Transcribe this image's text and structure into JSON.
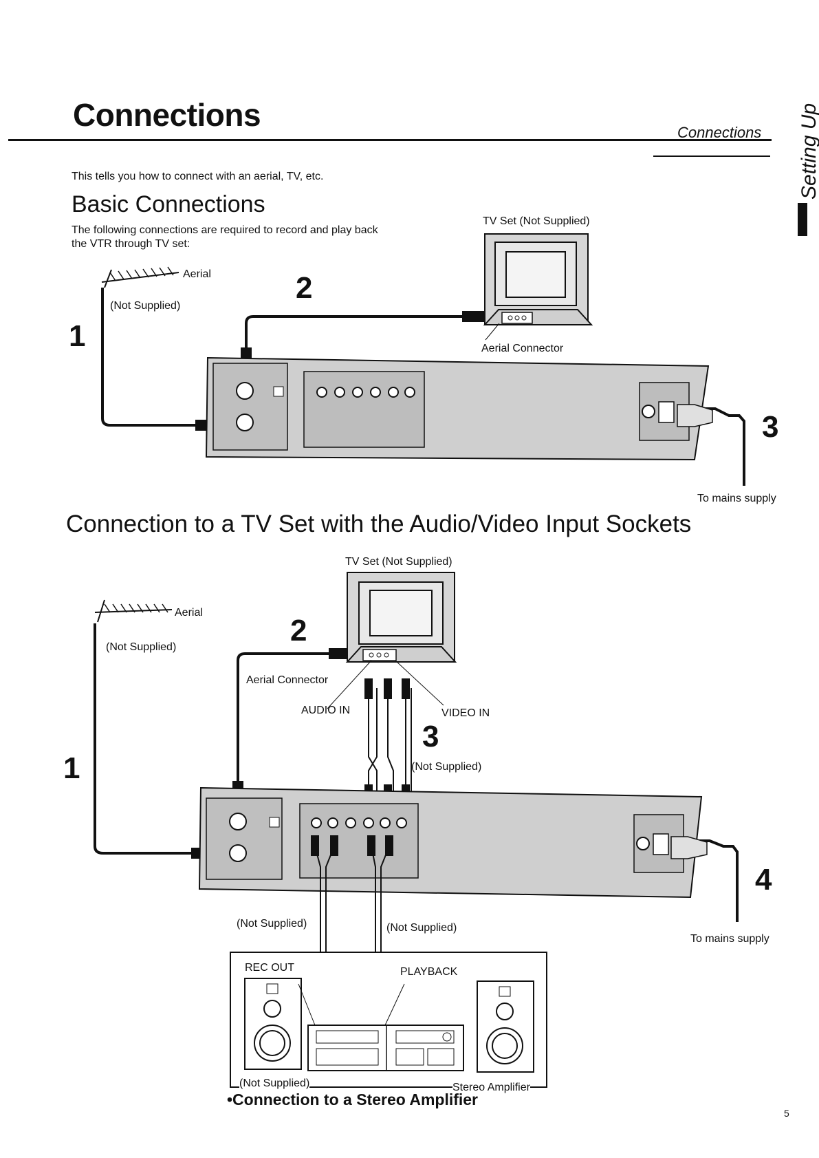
{
  "header": {
    "page_title": "Connections",
    "running_head": "Connections",
    "side_tab": "Setting Up"
  },
  "intro": "This tells you how to connect with an aerial, TV, etc.",
  "basic": {
    "heading": "Basic Connections",
    "description": "The following connections are required to record and play back the VTR through TV set:",
    "tv_label": "TV Set (Not Supplied)",
    "aerial_label": "Aerial",
    "aerial_not_supplied": "(Not Supplied)",
    "aerial_connector": "Aerial Connector",
    "mains": "To mains supply",
    "steps": [
      "1",
      "2",
      "3"
    ]
  },
  "av": {
    "heading": "Connection to a TV Set with the Audio/Video Input Sockets",
    "tv_label": "TV Set (Not Supplied)",
    "aerial_label": "Aerial",
    "aerial_not_supplied": "(Not Supplied)",
    "aerial_connector": "Aerial Connector",
    "audio_in": "AUDIO IN",
    "video_in": "VIDEO IN",
    "cable_not_supplied": "(Not Supplied)",
    "mains": "To mains supply",
    "steps": [
      "1",
      "2",
      "3",
      "4"
    ]
  },
  "amp": {
    "left_cable": "(Not Supplied)",
    "right_cable": "(Not Supplied)",
    "rec_out": "REC OUT",
    "playback": "PLAYBACK",
    "not_supplied": "(Not Supplied)",
    "stereo_amplifier": "Stereo Amplifier",
    "caption": "•Connection to a Stereo Amplifier"
  },
  "page_number": "5"
}
